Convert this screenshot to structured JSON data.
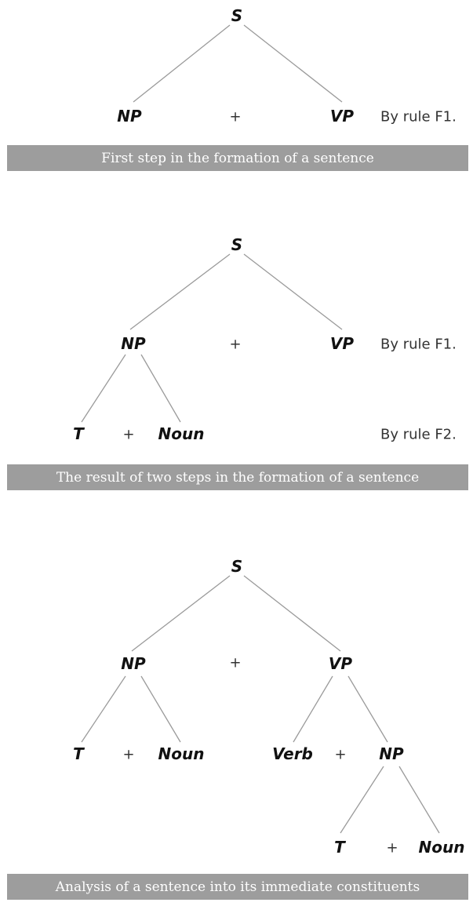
{
  "figures": [
    {
      "nodes": {
        "s": "S",
        "np": "NP",
        "plus": "+",
        "vp": "VP"
      },
      "rule": "By rule F1.",
      "caption": "First step in the formation of a sentence"
    },
    {
      "nodes": {
        "s": "S",
        "np": "NP",
        "plus1": "+",
        "vp": "VP",
        "t": "T",
        "plus2": "+",
        "noun": "Noun"
      },
      "rule1": "By rule F1.",
      "rule2": "By rule F2.",
      "caption": "The result of two steps in the formation of a sentence"
    },
    {
      "nodes": {
        "s": "S",
        "np": "NP",
        "plus1": "+",
        "vp": "VP",
        "t": "T",
        "plus2": "+",
        "noun": "Noun",
        "verb": "Verb",
        "plus3": "+",
        "np2": "NP",
        "t2": "T",
        "plus4": "+",
        "noun2": "Noun"
      },
      "caption": "Analysis of a sentence into its immediate constituents"
    }
  ]
}
